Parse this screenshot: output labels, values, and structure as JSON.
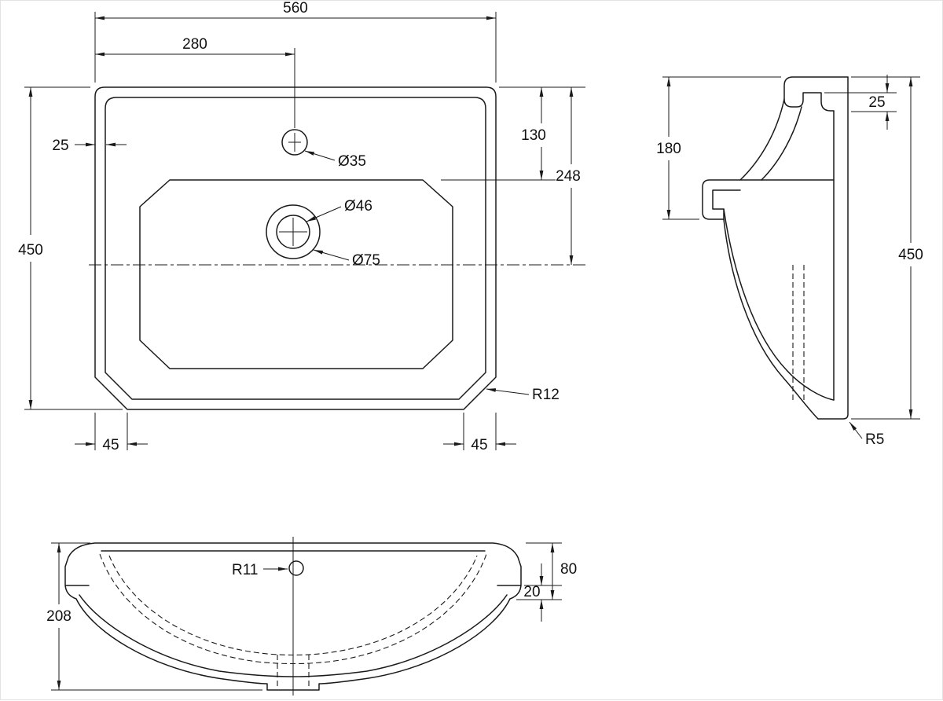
{
  "drawing": {
    "plan": {
      "width": "560",
      "tap_offset": "280",
      "rim_inset": "25",
      "tap_depth": "130",
      "drain_depth": "248",
      "depth": "450",
      "chamfer_left": "45",
      "chamfer_right": "45",
      "corner_radius": "R12",
      "tap_hole": "Ø35",
      "waste_inner": "Ø46",
      "waste_outer": "Ø75"
    },
    "side": {
      "rim_thickness": "25",
      "apron_height": "180",
      "depth": "450",
      "base_radius": "R5"
    },
    "front": {
      "height": "208",
      "rim_height": "80",
      "skirt": "20",
      "overflow_radius": "R11"
    }
  }
}
